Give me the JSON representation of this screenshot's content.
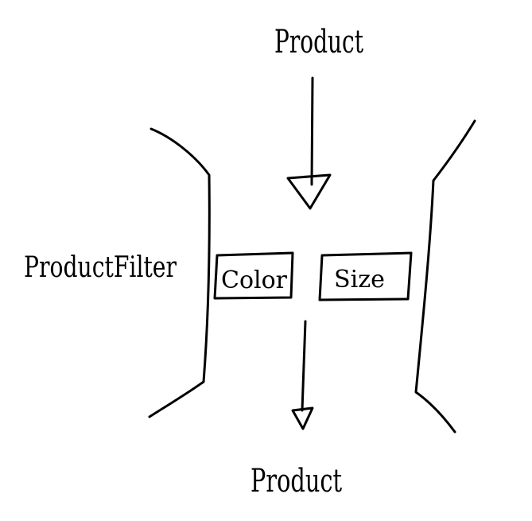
{
  "diagram": {
    "input_label": "Product",
    "filter_label": "ProductFilter",
    "filter_boxes": [
      {
        "label": "Color"
      },
      {
        "label": "Size"
      }
    ],
    "output_label": "Product"
  },
  "colors": {
    "ink": "#000000",
    "background": "#ffffff"
  }
}
